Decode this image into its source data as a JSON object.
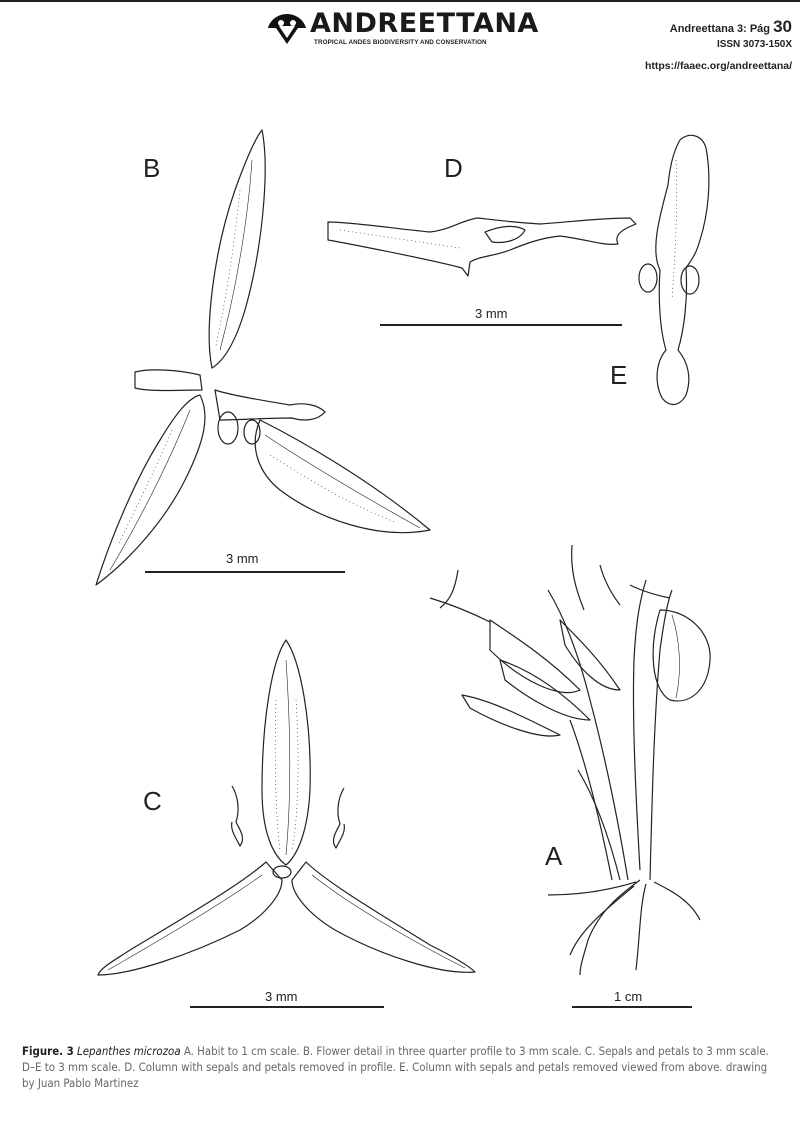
{
  "header": {
    "brand": "ANDREETTANA",
    "tagline": "TROPICAL ANDES BIODIVERSITY AND CONSERVATION",
    "journal_prefix": "Andreettana 3: Pág",
    "page_number": "30",
    "issn": "ISSN 3073-150X",
    "url": "https://faaec.org/andreettana/"
  },
  "figure": {
    "panels": [
      "A",
      "B",
      "C",
      "D",
      "E"
    ],
    "scales": {
      "B": "3 mm",
      "D": "3 mm",
      "C": "3 mm",
      "A": "1 cm"
    }
  },
  "caption": {
    "label": "Figure. 3",
    "species": "Lepanthes microzoa",
    "text": " A. Habit to 1 cm scale. B. Flower detail in three quarter profile to 3 mm scale. C. Sepals and petals to 3 mm scale. D–E to 3 mm scale. D. Column with sepals and petals removed in profile. E. Column with sepals and petals removed viewed from above. drawing by Juan Pablo Martinez"
  }
}
